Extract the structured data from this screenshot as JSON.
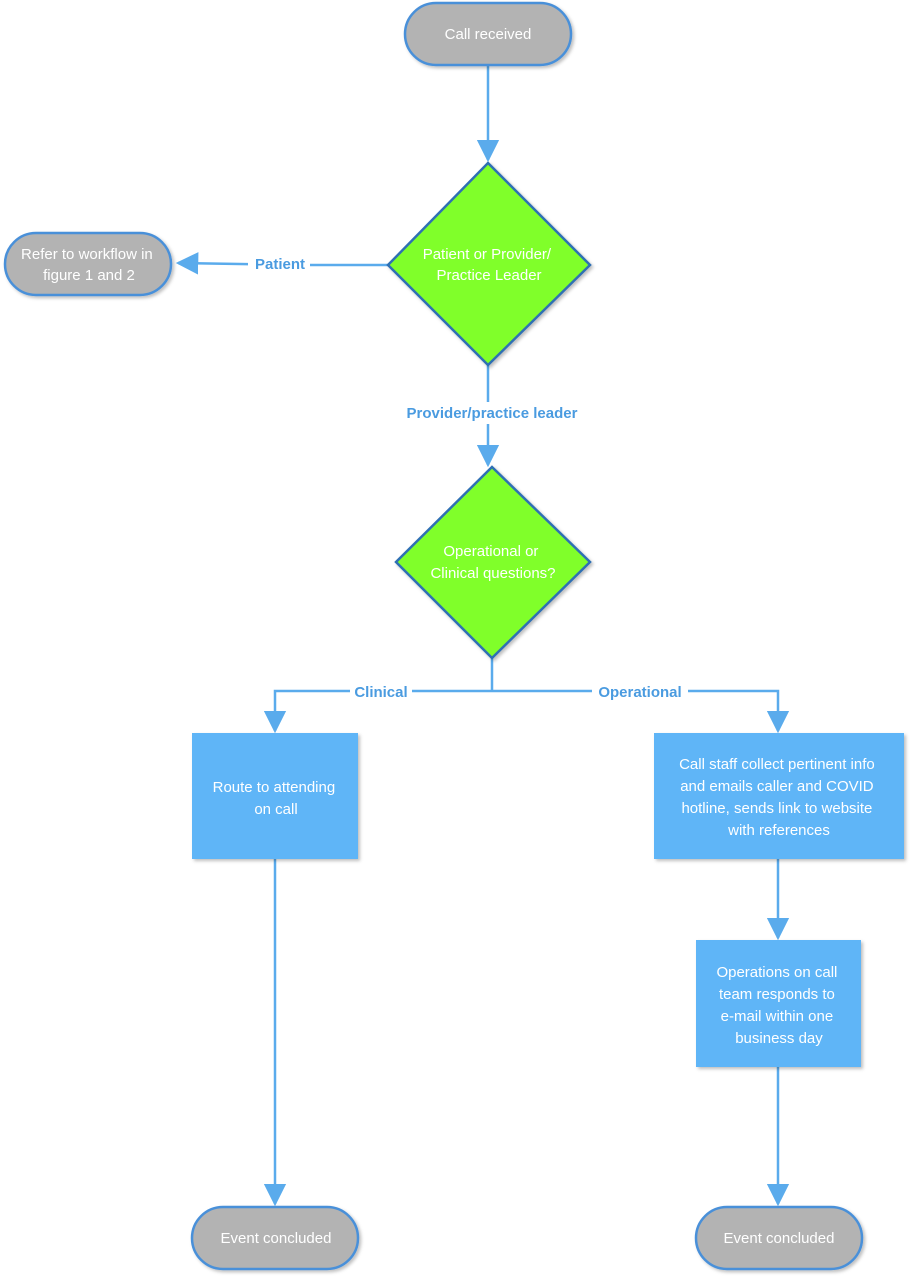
{
  "colors": {
    "terminal_fill": "#b3b3b3",
    "terminal_stroke": "#4a90d9",
    "decision_fill": "#80ff2a",
    "decision_stroke": "#2f6fb3",
    "process_fill": "#5eb5f7",
    "connector": "#5aabec",
    "label": "#4a9be0"
  },
  "nodes": {
    "call_received": [
      "Call received"
    ],
    "refer_workflow": [
      "Refer to workflow in",
      "figure 1 and 2"
    ],
    "decision_patient_provider": [
      "Patient or Provider/",
      "Practice Leader"
    ],
    "decision_operational_clinical": [
      "Operational or",
      "Clinical questions?"
    ],
    "route_attending": [
      "Route to attending",
      "on call"
    ],
    "call_staff": [
      "Call staff collect pertinent info",
      "and emails caller and COVID",
      "hotline, sends link to website",
      "with references"
    ],
    "operations_team": [
      "Operations on call",
      "team responds to",
      "e-mail within one",
      "business day"
    ],
    "event_concluded_left": [
      "Event concluded"
    ],
    "event_concluded_right": [
      "Event concluded"
    ]
  },
  "edge_labels": {
    "patient": "Patient",
    "provider_practice_leader": "Provider/practice leader",
    "clinical": "Clinical",
    "operational": "Operational"
  }
}
